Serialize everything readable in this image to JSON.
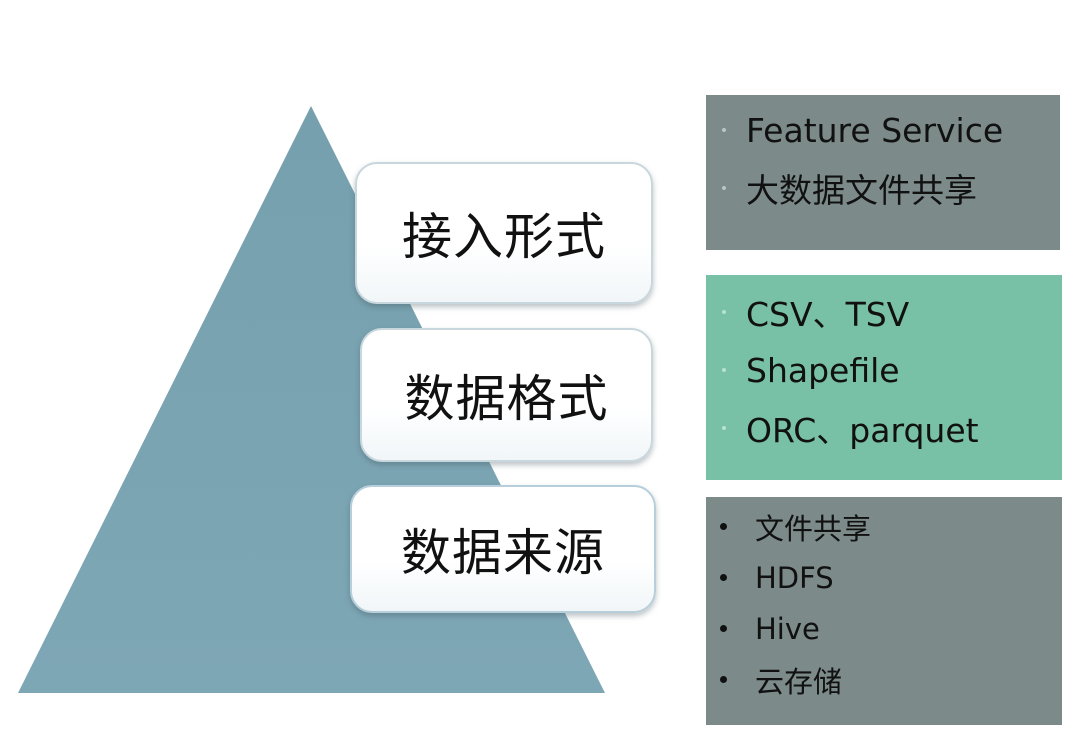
{
  "diagram": {
    "colors": {
      "pyramid": "#7aa2b0",
      "panel_dark": "#7c8a8a",
      "panel_green": "#78c0a6",
      "label_border": "#c8d6dd"
    },
    "layers": [
      {
        "label": "接入形式",
        "items": [
          "Feature Service",
          "大数据文件共享"
        ]
      },
      {
        "label": "数据格式",
        "items": [
          "CSV、TSV",
          "Shapefile",
          "ORC、parquet"
        ]
      },
      {
        "label": "数据来源",
        "items": [
          "文件共享",
          "HDFS",
          "Hive",
          "云存储"
        ]
      }
    ]
  }
}
